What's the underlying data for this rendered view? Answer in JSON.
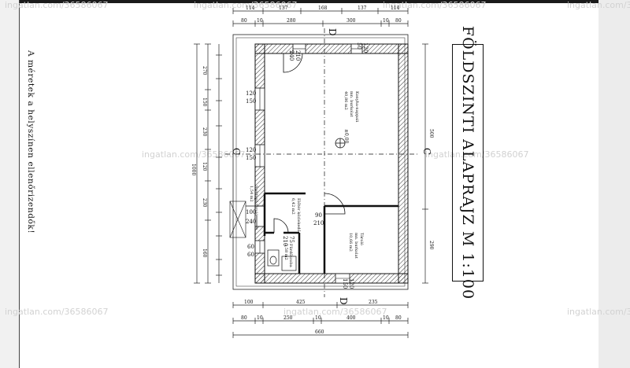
{
  "title": "FÖLDSZINTI ALAPRAJZ M 1:100",
  "side_note": "A méretek a helyszínen ellenőrizendők!",
  "watermark": "ingatlan.com/36586067",
  "sections": {
    "top": "D",
    "bottom": "D",
    "left": "C",
    "right": "C"
  },
  "rooms": {
    "main": {
      "name": "Konyha-nappali",
      "floor": "mn. burkolat",
      "area": "40,86 m2"
    },
    "hall": {
      "name": "Előtér közlekedő",
      "area": "6,42 m2"
    },
    "bed": {
      "name": "Tároló",
      "floor": "mn. burkolat",
      "area": "10,66 m2"
    },
    "wc": {
      "name": "Fürdőszoba",
      "area": "2,58 m2"
    },
    "closet": {
      "name": "Szélfogó tároló",
      "area": "1,54 m2"
    }
  },
  "elevation_mark": "±0,00",
  "openings": {
    "top_left_w": "240",
    "top_left_h": "210",
    "top_mid_w": "50",
    "top_mid_h": "120",
    "left_1_w": "120",
    "left_1_h": "150",
    "left_2_w": "120",
    "left_2_h": "150",
    "left_door_w": "100",
    "left_door_h": "240",
    "inner_door_w": "90",
    "inner_door_h": "210",
    "wc_door_w": "75",
    "wc_door_h": "210",
    "small_win_w": "60",
    "small_win_h": "60",
    "bottom_w": "120",
    "bottom_h": "150"
  },
  "dims": {
    "top_row1": [
      "114",
      "137",
      "168",
      "137",
      "114"
    ],
    "top_row2": [
      "80",
      "10",
      "280",
      "300",
      "10",
      "80"
    ],
    "left_total": "1000",
    "left_row": [
      "270",
      "150",
      "230",
      "120",
      "230",
      "160"
    ],
    "right_row": [
      "500",
      "290"
    ],
    "bottom_row1": [
      "100",
      "425",
      "235"
    ],
    "bottom_row2": [
      "80",
      "10",
      "250",
      "10",
      "400",
      "10",
      "80"
    ],
    "bottom_row3": [
      "660"
    ]
  }
}
